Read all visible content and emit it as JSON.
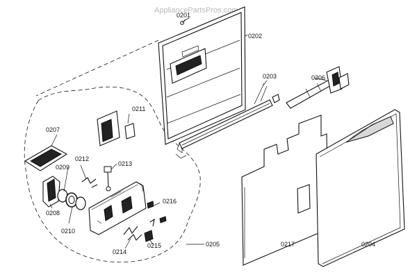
{
  "watermark": "AppliancePartsPros.com",
  "labels": {
    "p0201": "0201",
    "p0202": "0202",
    "p0203": "0203",
    "p0204": "0204",
    "p0205": "0205",
    "p0206": "0206",
    "p0207": "0207",
    "p0208": "0208",
    "p0209": "0209",
    "p0210": "0210",
    "p0211": "0211",
    "p0212": "0212",
    "p0213": "0213",
    "p0214": "0214",
    "p0215": "0215",
    "p0216": "0216",
    "p0217": "0217"
  }
}
